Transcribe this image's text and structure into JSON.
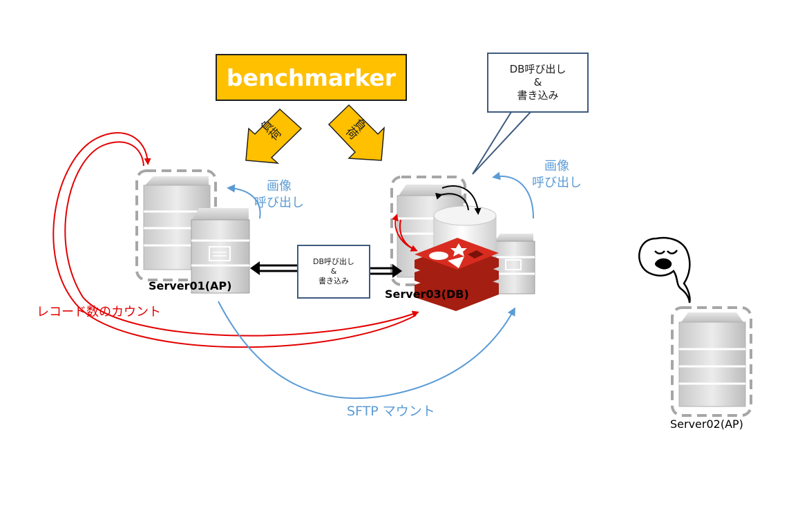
{
  "benchmarker": {
    "label": "benchmarker"
  },
  "load_arrows": {
    "left_text": "負荷",
    "right_text": "負荷"
  },
  "callout_db": {
    "line1": "DB呼び出し",
    "line2": "&",
    "line3": "書き込み"
  },
  "center_box": {
    "line1": "DB呼び出し",
    "line2": "&",
    "line3": "書き込み"
  },
  "image_call_left": {
    "line1": "画像",
    "line2": "呼び出し"
  },
  "image_call_right": {
    "line1": "画像",
    "line2": "呼び出し"
  },
  "servers": {
    "server01": "Server01(AP)",
    "server03": "Server03(DB)",
    "server02": "Server02(AP)"
  },
  "record_count": "レコード数のカウント",
  "sftp_mount": "SFTP マウント",
  "colors": {
    "benchmarker_fill": "#ffc000",
    "arrow_red": "#e30000",
    "arrow_blue": "#5b9bd5",
    "box_border": "#3d5a7e",
    "redis_red": "#d82c20"
  }
}
